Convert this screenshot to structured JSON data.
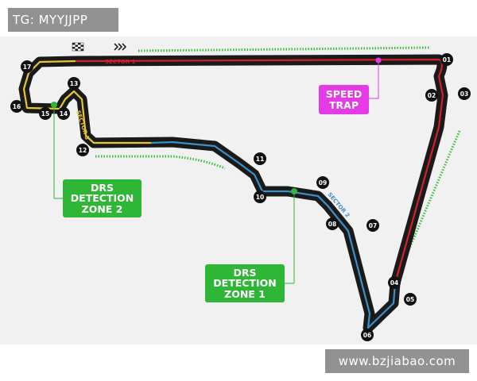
{
  "watermarks": {
    "top_left": "TG: MYYJJPP",
    "bottom_right": "www.bzjiabao.com"
  },
  "sectors": {
    "s1": "SECTOR 1",
    "s2": "SECTOR 2",
    "s3": "SECTOR 3"
  },
  "turns": [
    "01",
    "02",
    "03",
    "04",
    "05",
    "06",
    "07",
    "08",
    "09",
    "10",
    "11",
    "12",
    "13",
    "14",
    "15",
    "16",
    "17"
  ],
  "labels": {
    "speed_trap": [
      "SPEED",
      "TRAP"
    ],
    "drs1": [
      "DRS",
      "DETECTION",
      "ZONE 1"
    ],
    "drs2": [
      "DRS",
      "DETECTION",
      "ZONE 2"
    ]
  },
  "colors": {
    "sector1": "#d0202a",
    "sector2": "#3d8fc9",
    "sector3": "#e8c531",
    "drs": "#2fb636",
    "speed_trap": "#e53be6",
    "track": "#1a1a1a"
  },
  "icons": [
    "chequered-flag-icon",
    "chevron-right-icon"
  ]
}
